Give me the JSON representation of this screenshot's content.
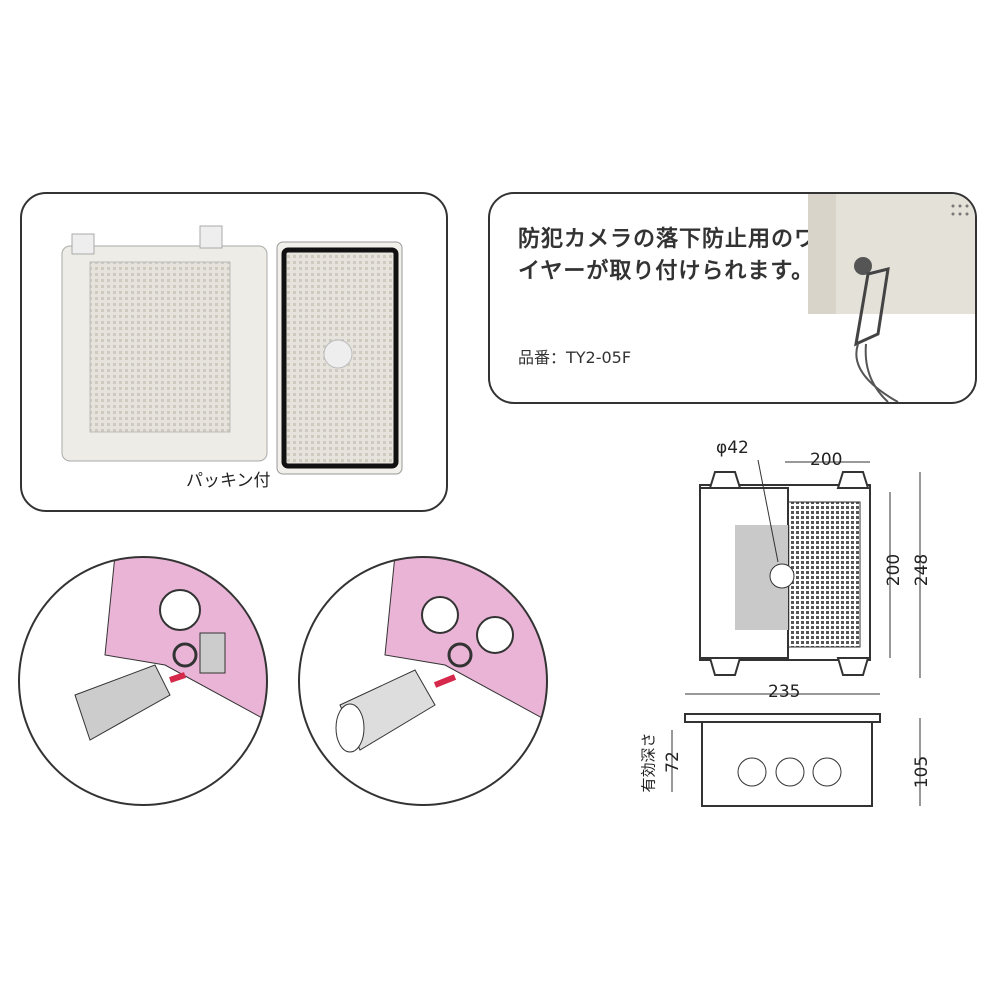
{
  "photo_panel": {
    "caption": "パッキン付"
  },
  "wire_panel": {
    "description": "防犯カメラの落下防止用のワイヤーが取り付けられます。",
    "part_number": "品番：TY2-05F"
  },
  "dimensions": {
    "hole_diameter": "φ42",
    "inner_width": "200",
    "inner_height": "200",
    "outer_height": "248",
    "outer_width": "235",
    "depth": "105",
    "effective_depth_label": "有効深さ",
    "effective_depth": "72"
  },
  "colors": {
    "accent_pink": "#e9b4d6",
    "arrow_red": "#d6284a",
    "box_gray": "#e8e6e0"
  }
}
